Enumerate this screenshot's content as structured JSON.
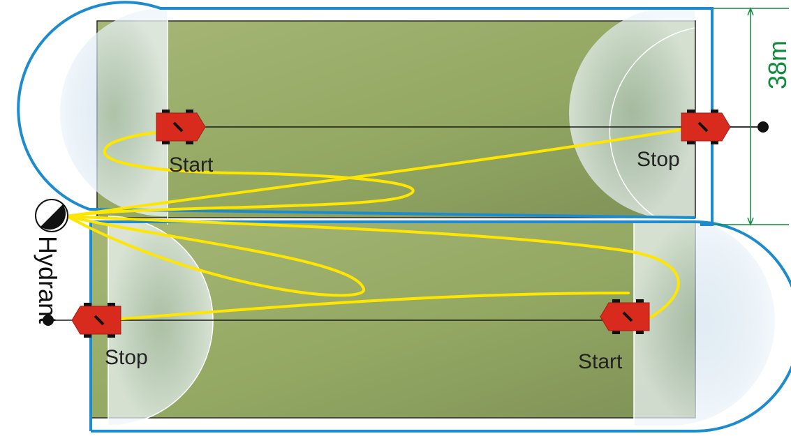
{
  "labels": {
    "start_top": "Start",
    "stop_top": "Stop",
    "stop_bottom": "Stop",
    "start_bottom": "Start",
    "hydrant": "Hydrant",
    "dimension": "38m"
  },
  "colors": {
    "field": "#96a969",
    "boundary": "#1d8ccf",
    "path": "#ffe600",
    "cart": "#d92a1e",
    "dimension": "#108a3c",
    "spray": "#e7f1f7"
  }
}
